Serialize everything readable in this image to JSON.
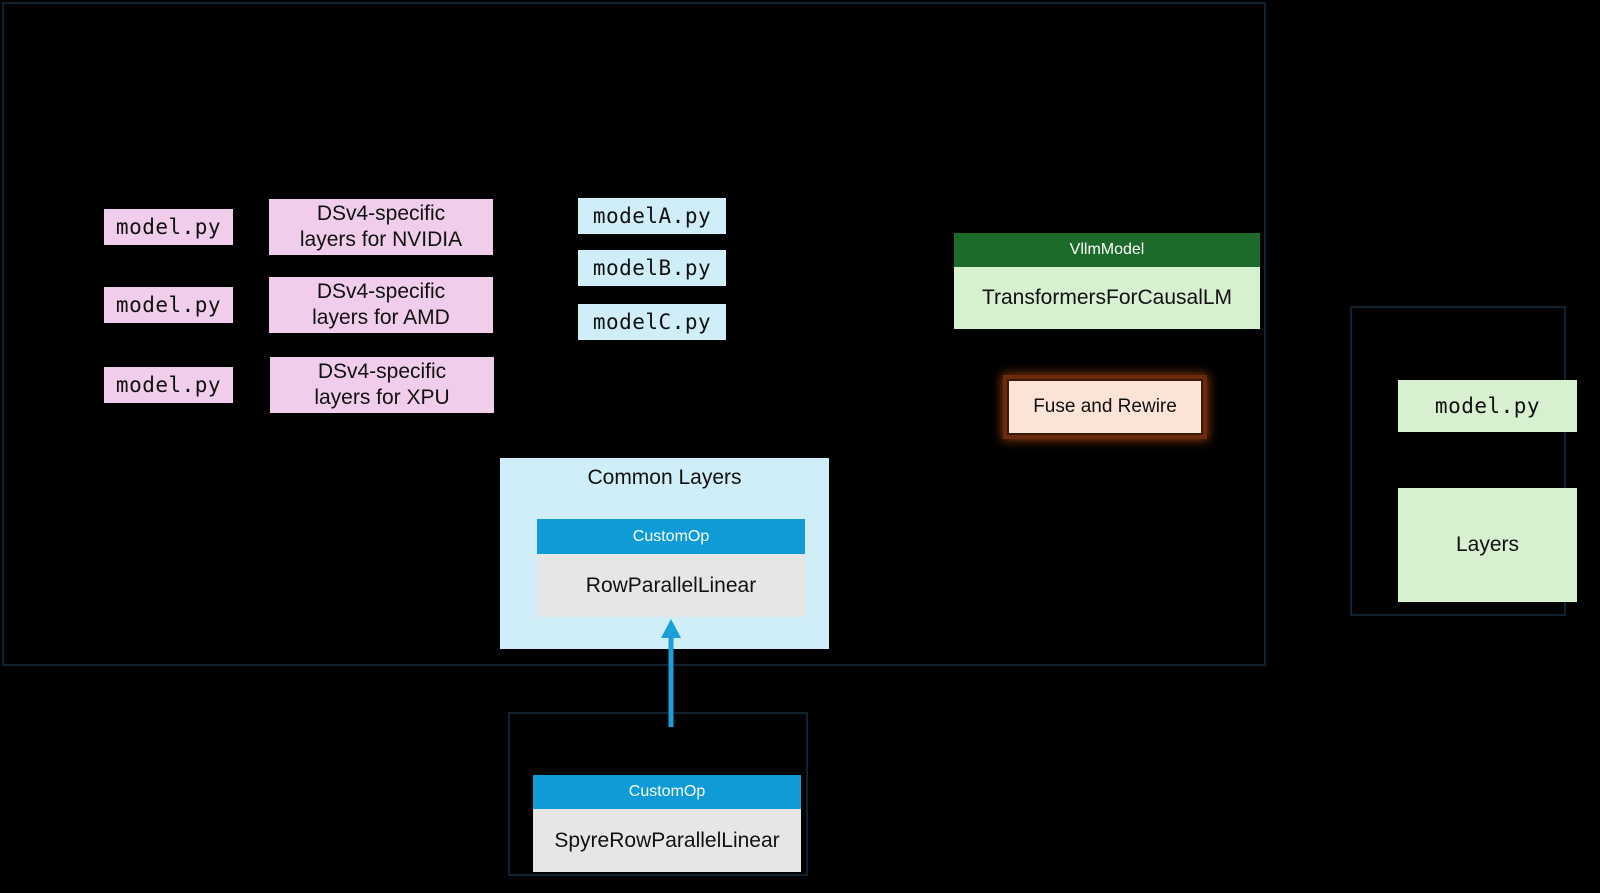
{
  "left_column": {
    "model_files": [
      "model.py",
      "model.py",
      "model.py"
    ],
    "specific_layers": [
      {
        "line1": "DSv4-specific",
        "line2": "layers for NVIDIA"
      },
      {
        "line1": "DSv4-specific",
        "line2": "layers for AMD"
      },
      {
        "line1": "DSv4-specific",
        "line2": "layers for XPU"
      }
    ]
  },
  "model_variants": [
    "modelA.py",
    "modelB.py",
    "modelC.py"
  ],
  "vllm_model": {
    "header": "VllmModel",
    "body": "TransformersForCausalLM"
  },
  "fuse": {
    "label": "Fuse and Rewire"
  },
  "common_layers": {
    "title": "Common Layers",
    "op_header": "CustomOp",
    "op_body": "RowParallelLinear"
  },
  "spyre": {
    "op_header": "CustomOp",
    "op_body": "SpyreRowParallelLinear"
  },
  "right_panel": {
    "model_file": "model.py",
    "layers": "Layers"
  },
  "colors": {
    "pink": "#f0cdea",
    "light_blue": "#cfeef8",
    "light_green": "#d6f0d0",
    "dark_green": "#1d6b2a",
    "custom_op_blue": "#0e9bd6",
    "op_body_gray": "#e6e6e6",
    "fuse_fill": "#fbe3d6",
    "fuse_glow": "#8a3a12",
    "arrow": "#1a9fd8"
  }
}
